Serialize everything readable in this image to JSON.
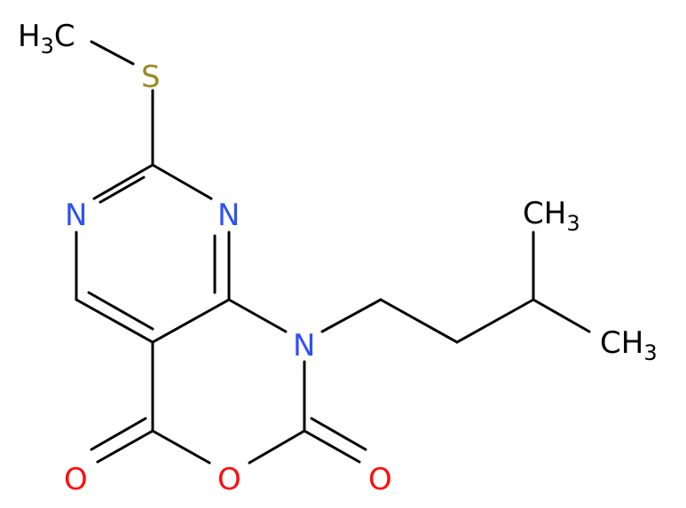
{
  "molecule": {
    "labels": {
      "ch3_top": {
        "main": "H",
        "sub": "3",
        "tail": "C"
      },
      "s": "S",
      "n_left": "N",
      "n_right": "N",
      "n_ring": "N",
      "o_left": "O",
      "o_mid": "O",
      "o_right": "O",
      "ch3_upper": {
        "main": "CH",
        "sub": "3"
      },
      "ch3_lower": {
        "main": "CH",
        "sub": "3"
      }
    },
    "colors": {
      "carbon": "#000000",
      "nitrogen": "#3050F8",
      "oxygen": "#FF0D0D",
      "sulfur": "#9B8A1E"
    }
  }
}
